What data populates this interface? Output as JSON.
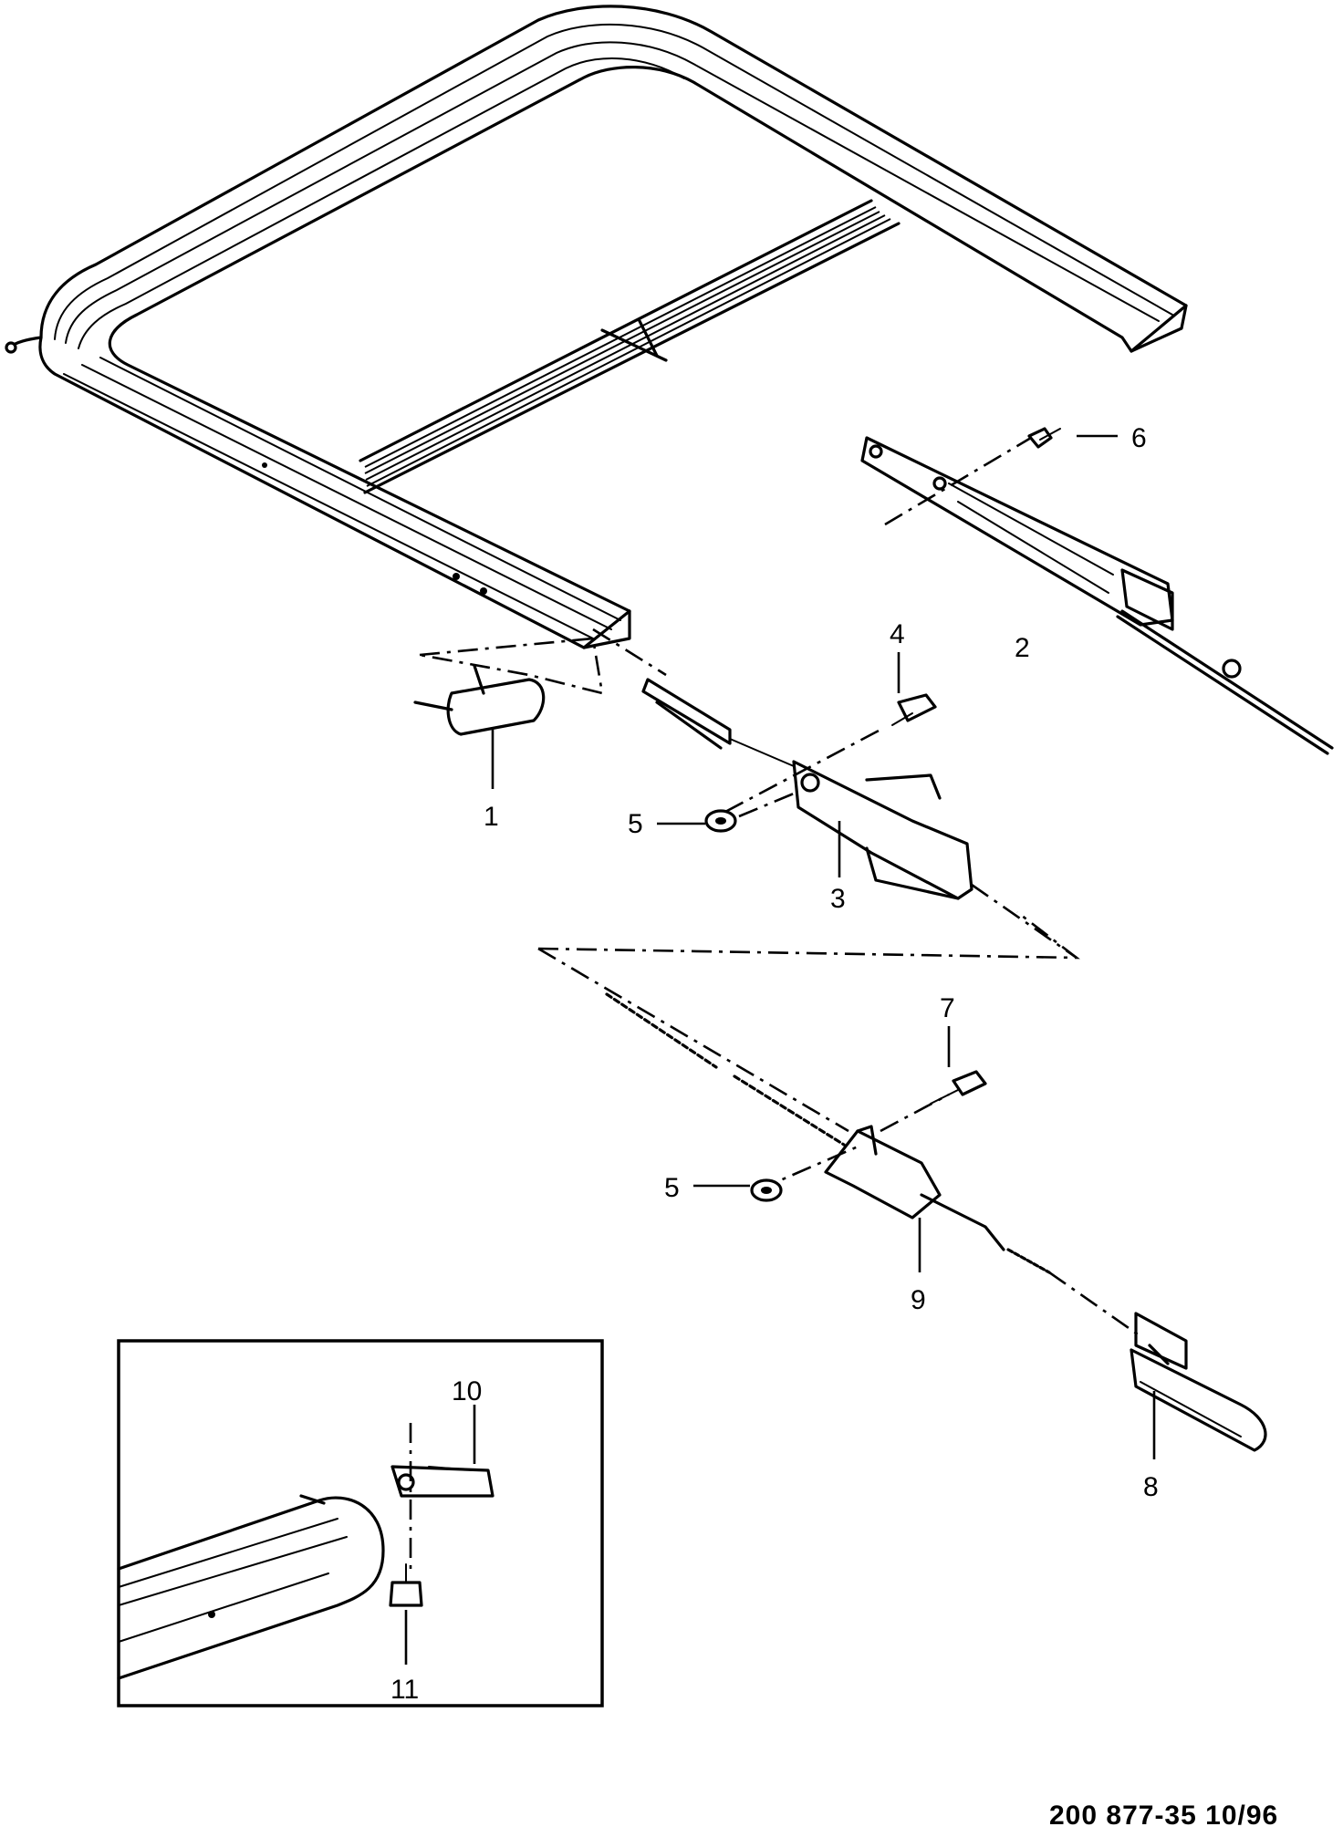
{
  "diagram": {
    "doc_ref": "200 877-35 10/96",
    "callouts": {
      "c1": "1",
      "c2": "2",
      "c3": "3",
      "c4": "4",
      "c5a": "5",
      "c5b": "5",
      "c6": "6",
      "c7": "7",
      "c8": "8",
      "c9": "9",
      "c10": "10",
      "c11": "11"
    },
    "inset_panel": {
      "visible": true
    }
  }
}
